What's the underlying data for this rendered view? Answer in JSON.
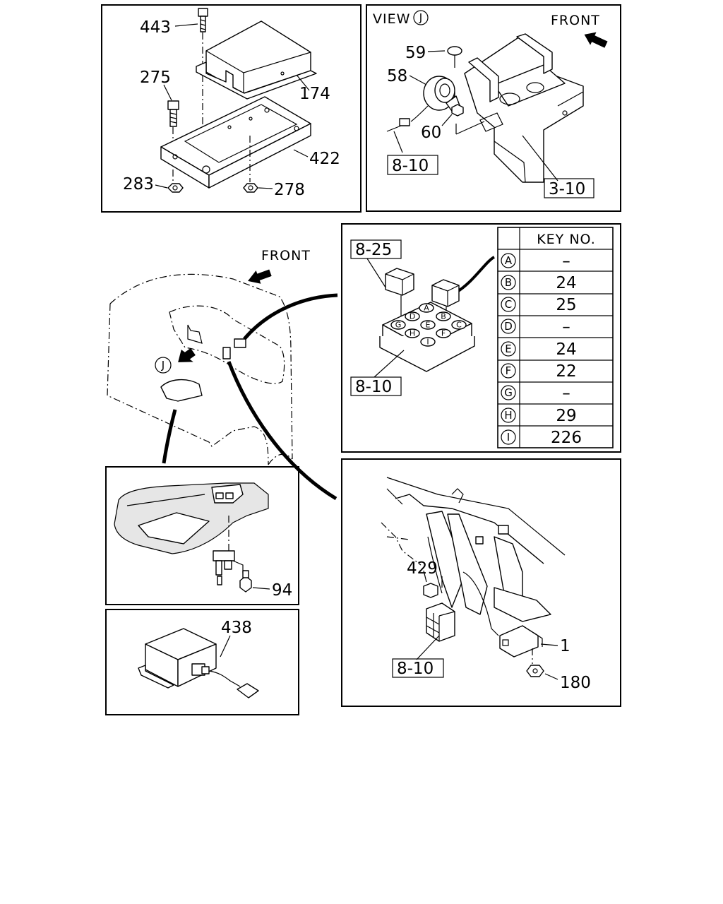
{
  "panels": {
    "battery_tray": {
      "callouts": [
        "443",
        "275",
        "174",
        "422",
        "283",
        "278"
      ]
    },
    "view_j": {
      "view_label": "VIEW",
      "view_mark": "J",
      "front_label": "FRONT",
      "callouts": [
        "59",
        "58",
        "60"
      ],
      "ref_boxes": [
        "8-10",
        "3-10"
      ]
    },
    "cab_overview": {
      "front_label": "FRONT",
      "view_mark": "J"
    },
    "relay_box": {
      "ref_boxes": [
        "8-25",
        "8-10"
      ],
      "socket_letters": [
        "A",
        "B",
        "C",
        "D",
        "E",
        "F",
        "G",
        "H",
        "I"
      ],
      "table": {
        "header": "KEY NO.",
        "rows": [
          {
            "key": "A",
            "value": "–"
          },
          {
            "key": "B",
            "value": "24"
          },
          {
            "key": "C",
            "value": "25"
          },
          {
            "key": "D",
            "value": "–"
          },
          {
            "key": "E",
            "value": "24"
          },
          {
            "key": "F",
            "value": "22"
          },
          {
            "key": "G",
            "value": "–"
          },
          {
            "key": "H",
            "value": "29"
          },
          {
            "key": "I",
            "value": "226"
          }
        ]
      }
    },
    "console_detail": {
      "callouts": [
        "94"
      ]
    },
    "control_unit": {
      "callouts": [
        "438"
      ]
    },
    "frame_mount": {
      "callouts": [
        "429",
        "1",
        "180"
      ],
      "ref_boxes": [
        "8-10"
      ]
    }
  }
}
